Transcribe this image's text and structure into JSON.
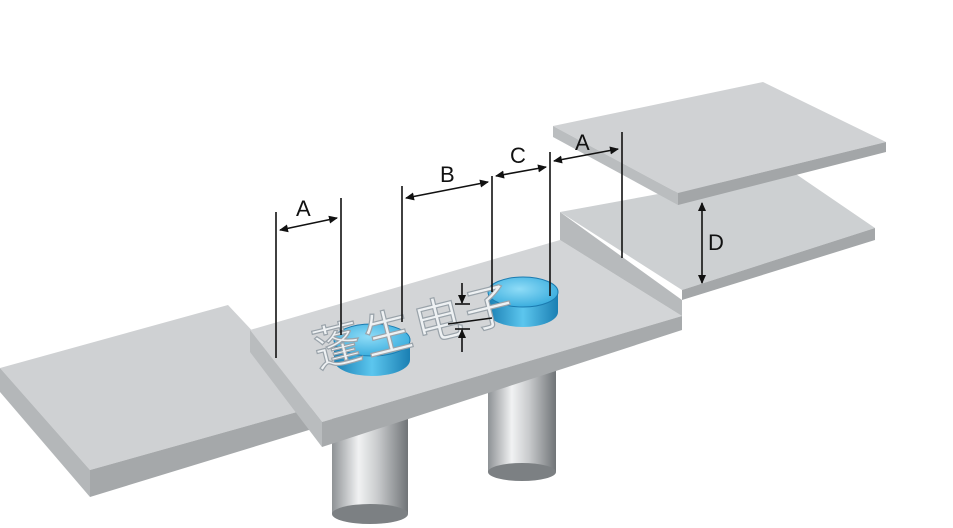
{
  "diagram": {
    "dimension_labels": {
      "left_a": "A",
      "b": "B",
      "c": "C",
      "right_a": "A",
      "d": "D"
    },
    "watermark": "蓬生电子",
    "colors": {
      "metal_top": "#cfd1d3",
      "metal_front": "#a9acae",
      "pad_blue": "#3fb4e3",
      "pad_blue_dark": "#1c86b8",
      "post_light": "#e8eaeb",
      "post_dark": "#7f8386",
      "line": "#111111"
    }
  }
}
